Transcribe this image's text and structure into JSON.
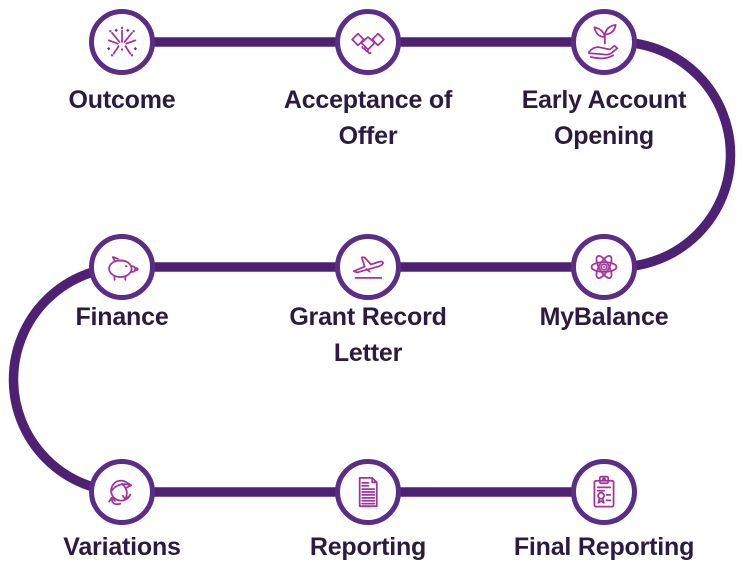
{
  "diagram": {
    "type": "process-flow-snake",
    "colors": {
      "connector": "#4E2175",
      "circle_ring": "#5C2D87",
      "icon_glyph": "#A2339C",
      "label_text": "#2B1B40",
      "background": "#FFFFFF"
    },
    "flow_order": [
      "Outcome",
      "Acceptance of Offer",
      "Early Account Opening",
      "MyBalance",
      "Grant Record Letter",
      "Finance",
      "Variations",
      "Reporting",
      "Final Reporting"
    ],
    "steps": [
      {
        "label": "Outcome",
        "icon": "fireworks-icon"
      },
      {
        "label": "Acceptance of\nOffer",
        "icon": "handshake-icon"
      },
      {
        "label": "Early Account\nOpening",
        "icon": "hand-seedling-icon"
      },
      {
        "label": "Finance",
        "icon": "piggy-bank-icon"
      },
      {
        "label": "Grant Record\nLetter",
        "icon": "airplane-takeoff-icon"
      },
      {
        "label": "MyBalance",
        "icon": "atom-icon"
      },
      {
        "label": "Variations",
        "icon": "shuffle-arrows-icon"
      },
      {
        "label": "Reporting",
        "icon": "document-icon"
      },
      {
        "label": "Final Reporting",
        "icon": "certificate-clipboard-icon"
      }
    ]
  }
}
